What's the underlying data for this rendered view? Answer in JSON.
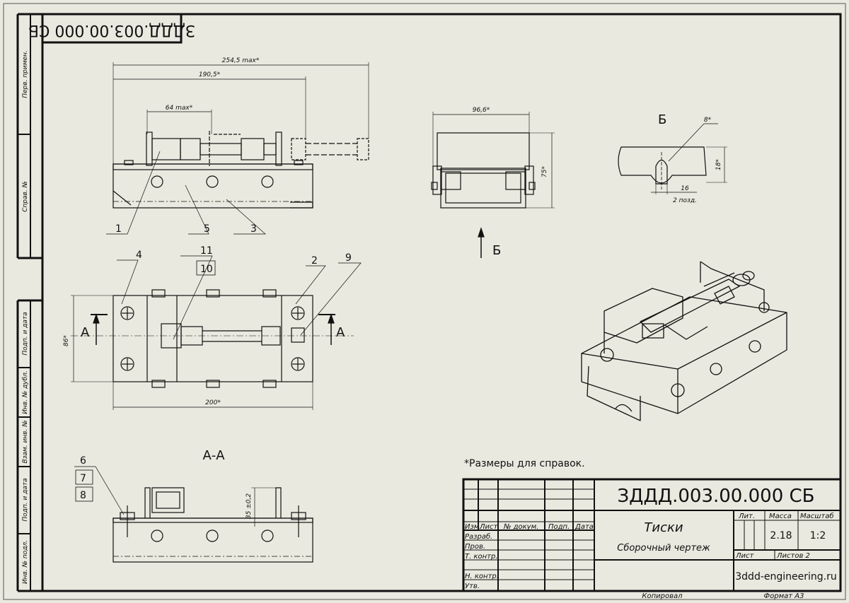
{
  "doc": {
    "designation": "ЗДДД.003.00.000 СБ",
    "designation_mirrored": "ЗДДД.003.00.000 СБ",
    "note": "*Размеры для справок.",
    "title": "Тиски",
    "subtitle": "Сборочный чертеж",
    "mass": "2.18",
    "scale": "1:2",
    "company": "3ddd-engineering.ru",
    "copied": "Копировал",
    "format": "Формат А3"
  },
  "side_strip": [
    "Перв. примен.",
    "Справ. №",
    "Подп. и дата",
    "Инв. № дубл.",
    "Взам. инв. №",
    "Подп. и дата",
    "Инв. № подл."
  ],
  "title_block": {
    "col_headers": [
      "Изм.",
      "Лист",
      "№ докум.",
      "Подп.",
      "Дата"
    ],
    "rows": [
      "Разраб.",
      "Пров.",
      "Т. контр.",
      "",
      "Н. контр.",
      "Утв."
    ],
    "lit": "Лит.",
    "mass_label": "Масса",
    "scale_label": "Масштаб",
    "sheet": "Лист",
    "sheets": "Листов 2"
  },
  "dims": {
    "d254": "254,5 max*",
    "d190": "190,5*",
    "d64": "64 max*",
    "d96": "96,6*",
    "d75": "75*",
    "d86": "86*",
    "d200": "200*",
    "d8": "8*",
    "d18": "18*",
    "d16": "16",
    "d16b": "2 позд.",
    "d35": "35 ±0,2"
  },
  "labels": {
    "sectionAA": "А-А",
    "viewB": "Б",
    "arrowB": "Б",
    "A": "А",
    "callouts": [
      "1",
      "5",
      "3",
      "4",
      "11",
      "10",
      "2",
      "9",
      "6",
      "7",
      "8"
    ]
  }
}
